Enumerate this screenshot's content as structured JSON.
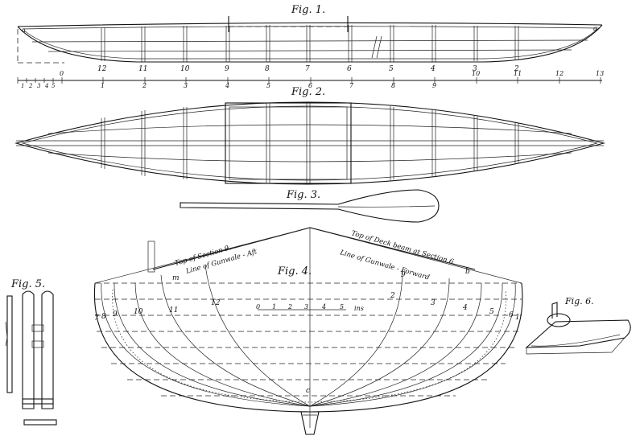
{
  "figures": {
    "fig1": "Fig. 1.",
    "fig2": "Fig. 2.",
    "fig3": "Fig. 3.",
    "fig4": "Fig. 4.",
    "fig5": "Fig. 5.",
    "fig6": "Fig. 6."
  },
  "fig1_station_labels": [
    "12",
    "11",
    "10",
    "9",
    "8",
    "7",
    "6",
    "5",
    "4",
    "3",
    "2"
  ],
  "fig1_stem_labels": [
    "a",
    "a"
  ],
  "scale": {
    "left_ticks": [
      "1",
      "2",
      "3",
      "4",
      "5"
    ],
    "main_ticks": [
      "0",
      "1",
      "2",
      "3",
      "4",
      "5",
      "6",
      "7",
      "8",
      "9",
      "10",
      "11",
      "12",
      "13"
    ]
  },
  "fig4": {
    "note_left_1": "Top of Section 9.",
    "note_left_2": "Line of Gunwale - Aft",
    "note_right_1": "Top of Deck beam at Section 6.",
    "note_right_2": "Line of Gunwale - Forward",
    "scale_ticks": [
      "0",
      "1",
      "2",
      "3",
      "4",
      "5"
    ],
    "scale_unit": "ins",
    "section_labels_left": [
      "7",
      "8",
      "9",
      "10",
      "11",
      "12"
    ],
    "section_labels_right": [
      "1",
      "2",
      "3",
      "4",
      "5",
      "6"
    ],
    "mark_m": "m",
    "mark_b": "b",
    "mark_c": "c",
    "mark_9": "9"
  }
}
